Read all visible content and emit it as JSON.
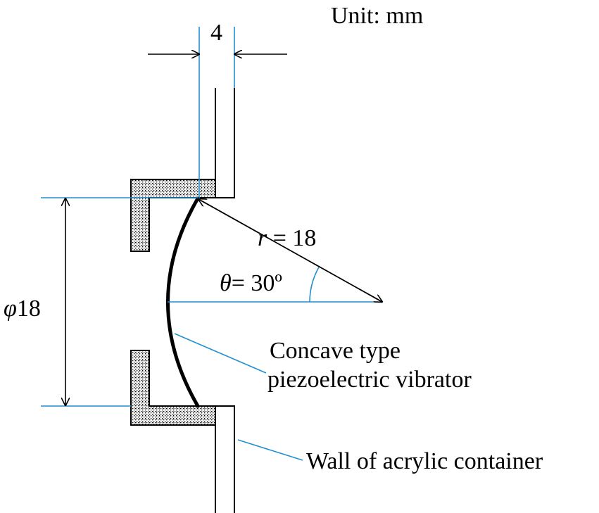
{
  "unit_label": "Unit: mm",
  "dims": {
    "thickness": "4",
    "diameter_symbol": "φ",
    "diameter_value": "18",
    "radius_symbol": "r",
    "radius_value": " = 18",
    "angle_symbol": "θ",
    "angle_value": "= 30º"
  },
  "labels": {
    "vibrator_line1": "Concave type",
    "vibrator_line2": "piezoelectric  vibrator",
    "wall": "Wall of acrylic  container"
  },
  "colors": {
    "ink": "#000000",
    "dimension_blue": "#1f8fd0"
  }
}
